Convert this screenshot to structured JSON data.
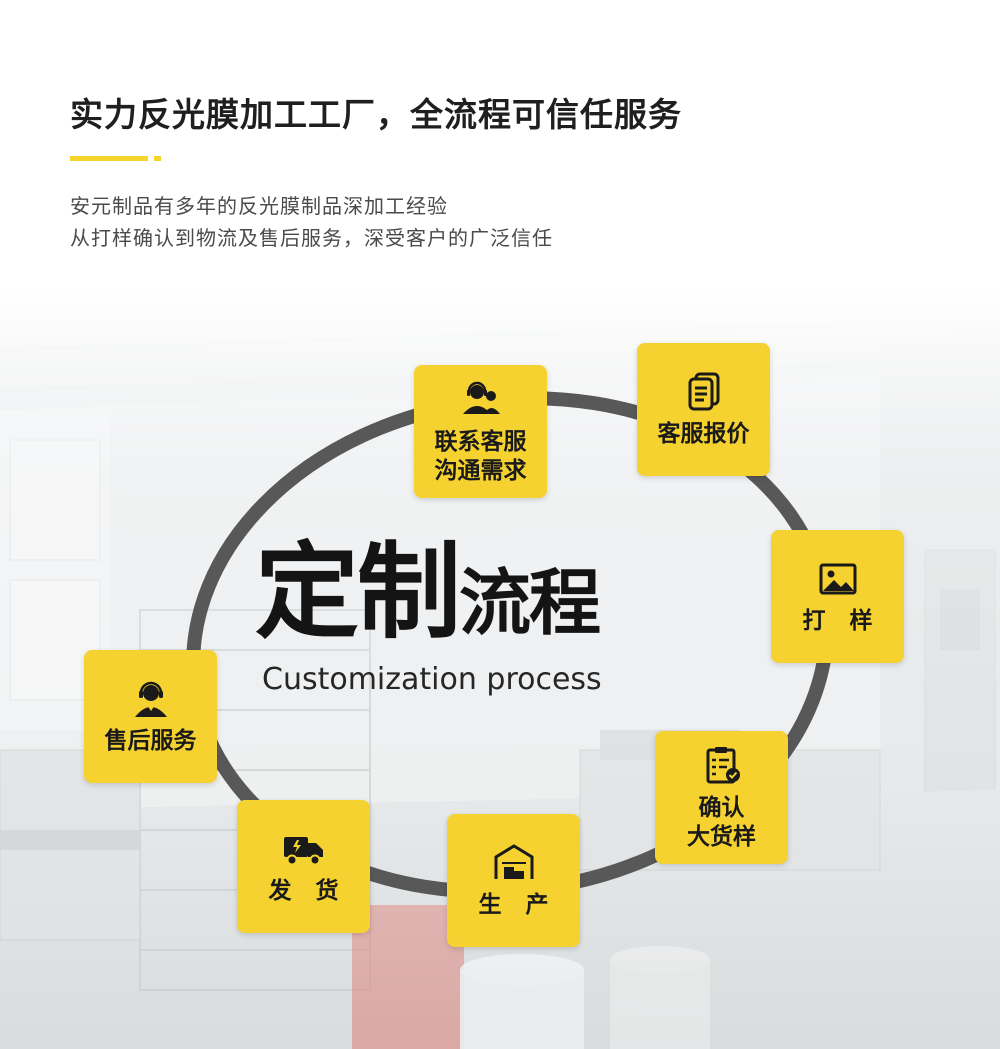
{
  "header": {
    "title": "实力反光膜加工工厂，全流程可信任服务",
    "desc_line1": "安元制品有多年的反光膜制品深加工经验",
    "desc_line2": "从打样确认到物流及售后服务，深受客户的广泛信任"
  },
  "center": {
    "title_part1": "定制",
    "title_part2": "流程",
    "subtitle": "Customization process"
  },
  "steps": [
    {
      "label_line1": "联系客服",
      "label_line2": "沟通需求",
      "icon": "customer-service-team-icon"
    },
    {
      "label_line1": "客服报价",
      "label_line2": "",
      "icon": "documents-icon"
    },
    {
      "label_line1": "打 样",
      "label_line2": "",
      "icon": "image-icon"
    },
    {
      "label_line1": "确认",
      "label_line2": "大货样",
      "icon": "checklist-icon"
    },
    {
      "label_line1": "生 产",
      "label_line2": "",
      "icon": "warehouse-icon"
    },
    {
      "label_line1": "发 货",
      "label_line2": "",
      "icon": "delivery-truck-icon"
    },
    {
      "label_line1": "售后服务",
      "label_line2": "",
      "icon": "headset-agent-icon"
    }
  ],
  "colors": {
    "card": "#f5d230",
    "accent": "#f5d52c",
    "ring": "#555555",
    "text": "#1a1a1a"
  }
}
